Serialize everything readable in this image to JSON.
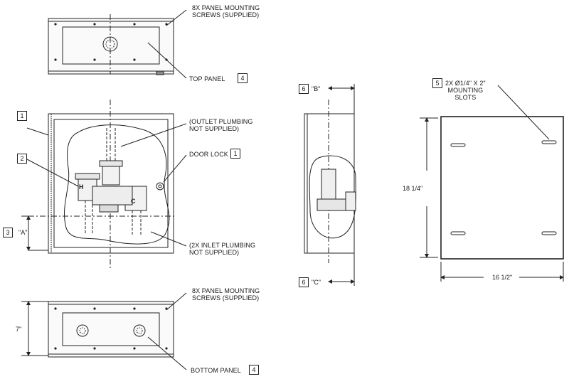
{
  "callouts": {
    "top_screws": "8X PANEL MOUNTING\nSCREWS (SUPPLIED)",
    "top_panel": "TOP PANEL",
    "top_panel_num": "4",
    "outlet": "(OUTLET PLUMBING\nNOT SUPPLIED)",
    "door_lock": "DOOR LOCK",
    "door_lock_num": "1",
    "inlet": "(2X INLET PLUMBING\nNOT SUPPLIED)",
    "bottom_screws": "8X PANEL MOUNTING\nSCREWS (SUPPLIED)",
    "bottom_panel": "BOTTOM PANEL",
    "bottom_panel_num": "4",
    "slots": "2X Ø1/4\" X 2\"\nMOUNTING\nSLOTS",
    "slots_num": "5",
    "item1": "1",
    "item2": "2",
    "item3": "3",
    "item6b": "6",
    "item6c": "6"
  },
  "dimensions": {
    "A": "\"A\"",
    "B": "\"B\"",
    "C": "\"C\"",
    "seven": "7\"",
    "height": "18 1/4\"",
    "width": "16 1/2\""
  },
  "valve_letters": {
    "hot": "H",
    "cold": "C"
  }
}
